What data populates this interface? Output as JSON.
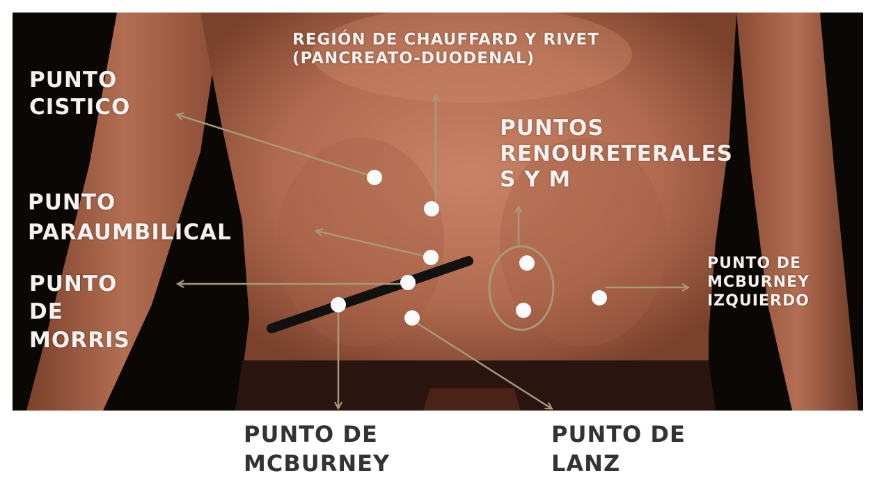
{
  "colors": {
    "background": "#0a0705",
    "skin": "#b06a4f",
    "skin_light": "#c98366",
    "skin_shadow": "#6e3a27",
    "arrow": "#a79a7a",
    "point": "#fbfbfb",
    "label_on_photo": "#f4f1ee",
    "label_below": "#333333",
    "bar": "#111111"
  },
  "labels": {
    "region_chauffard": [
      "REGIÓN DE CHAUFFARD Y RIVET",
      "(PANCREATO-DUODENAL)"
    ],
    "punto_cistico": [
      "PUNTO",
      "CISTICO"
    ],
    "puntos_renoureterales": [
      "PUNTOS",
      "RENOURETERALES",
      "S Y M"
    ],
    "punto_paraumbilical": [
      "PUNTO",
      "PARAUMBILICAL"
    ],
    "punto_morris": [
      "PUNTO",
      "DE",
      "MORRIS"
    ],
    "punto_mcburney_izquierdo": [
      "PUNTO DE",
      "MCBURNEY",
      "IZQUIERDO"
    ],
    "punto_mcburney": [
      "PUNTO DE",
      "MCBURNEY"
    ],
    "punto_lanz": [
      "PUNTO DE",
      "LANZ"
    ]
  },
  "icons": {
    "point_marker": "white-dot-icon",
    "pointer": "arrow-icon"
  }
}
